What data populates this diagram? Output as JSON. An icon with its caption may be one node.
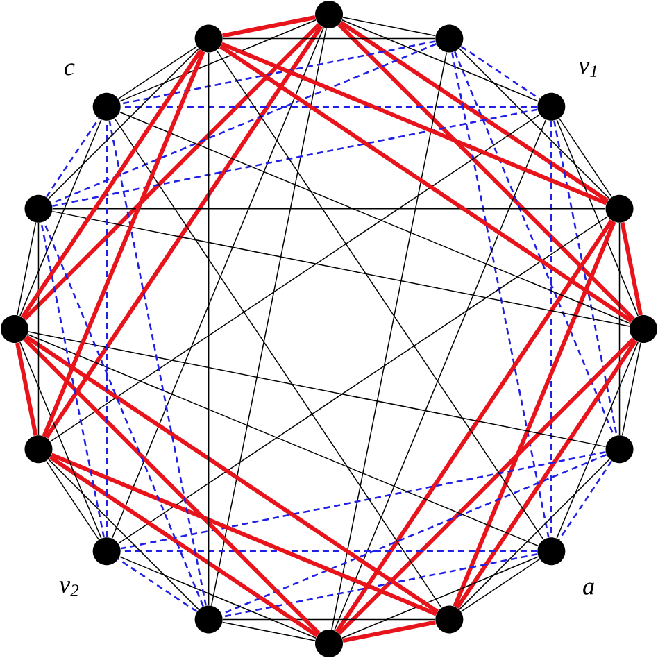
{
  "diagram": {
    "nodes": [
      {
        "text": [],
        "shape": "circle"
      },
      {
        "text": [],
        "shape": "circle"
      },
      {
        "text": [],
        "shape": "circle",
        "beside": [
          "v$_{1}$"
        ]
      },
      {
        "text": [],
        "shape": "circle"
      },
      {
        "text": [],
        "shape": "circle"
      },
      {
        "text": [],
        "shape": "circle"
      },
      {
        "text": [],
        "shape": "circle",
        "beside": [
          "a"
        ]
      },
      {
        "text": [],
        "shape": "circle"
      },
      {
        "text": [],
        "shape": "circle"
      },
      {
        "text": [],
        "shape": "circle"
      },
      {
        "text": [],
        "shape": "circle",
        "beside": [
          "v$_{2}$"
        ]
      },
      {
        "text": [],
        "shape": "circle"
      },
      {
        "text": [],
        "shape": "circle"
      },
      {
        "text": [],
        "shape": "circle"
      },
      {
        "text": [],
        "shape": "circle",
        "beside": [
          "c"
        ]
      },
      {
        "text": [],
        "shape": "circle"
      }
    ],
    "edges": [
      {
        "from": 0,
        "to": 1,
        "arrow": "none"
      },
      {
        "from": 0,
        "to": 2,
        "arrow": "none"
      },
      {
        "from": 0,
        "to": 3,
        "arrow": "none",
        "style": "thick",
        "color": "#e8141c"
      },
      {
        "from": 0,
        "to": 4,
        "arrow": "none",
        "style": "thick",
        "color": "#e8141c"
      },
      {
        "from": 0,
        "to": 9,
        "arrow": "none"
      },
      {
        "from": 0,
        "to": 10,
        "arrow": "none"
      },
      {
        "from": 0,
        "to": 11,
        "arrow": "none",
        "style": "thick",
        "color": "#e8141c"
      },
      {
        "from": 0,
        "to": 12,
        "arrow": "none",
        "style": "thick",
        "color": "#e8141c"
      },
      {
        "from": 0,
        "to": 14,
        "arrow": "none"
      },
      {
        "from": 0,
        "to": 15,
        "arrow": "none",
        "style": "thick",
        "color": "#e8141c"
      },
      {
        "from": 1,
        "to": 2,
        "arrow": "none",
        "style": "dashed",
        "color": "#1f1fe6"
      },
      {
        "from": 1,
        "to": 3,
        "arrow": "none"
      },
      {
        "from": 1,
        "to": 5,
        "arrow": "none",
        "style": "dashed",
        "color": "#1f1fe6"
      },
      {
        "from": 1,
        "to": 6,
        "arrow": "none",
        "style": "dashed",
        "color": "#1f1fe6"
      },
      {
        "from": 1,
        "to": 8,
        "arrow": "none"
      },
      {
        "from": 1,
        "to": 13,
        "arrow": "none",
        "style": "dashed",
        "color": "#1f1fe6"
      },
      {
        "from": 1,
        "to": 14,
        "arrow": "none",
        "style": "dashed",
        "color": "#1f1fe6"
      },
      {
        "from": 1,
        "to": 15,
        "arrow": "none"
      },
      {
        "from": 2,
        "to": 3,
        "arrow": "none"
      },
      {
        "from": 2,
        "to": 4,
        "arrow": "none"
      },
      {
        "from": 2,
        "to": 5,
        "arrow": "none",
        "style": "dashed",
        "color": "#1f1fe6"
      },
      {
        "from": 2,
        "to": 6,
        "arrow": "none",
        "style": "dashed",
        "color": "#1f1fe6"
      },
      {
        "from": 2,
        "to": 8,
        "arrow": "none"
      },
      {
        "from": 2,
        "to": 11,
        "arrow": "none"
      },
      {
        "from": 2,
        "to": 13,
        "arrow": "none",
        "style": "dashed",
        "color": "#1f1fe6"
      },
      {
        "from": 2,
        "to": 14,
        "arrow": "none",
        "style": "dashed",
        "color": "#1f1fe6"
      },
      {
        "from": 3,
        "to": 4,
        "arrow": "none",
        "style": "thick",
        "color": "#e8141c"
      },
      {
        "from": 3,
        "to": 5,
        "arrow": "none"
      },
      {
        "from": 3,
        "to": 7,
        "arrow": "none",
        "style": "thick",
        "color": "#e8141c"
      },
      {
        "from": 3,
        "to": 8,
        "arrow": "none",
        "style": "thick",
        "color": "#e8141c"
      },
      {
        "from": 3,
        "to": 10,
        "arrow": "none"
      },
      {
        "from": 3,
        "to": 13,
        "arrow": "none"
      },
      {
        "from": 3,
        "to": 15,
        "arrow": "none",
        "style": "thick",
        "color": "#e8141c"
      },
      {
        "from": 4,
        "to": 5,
        "arrow": "none"
      },
      {
        "from": 4,
        "to": 6,
        "arrow": "none"
      },
      {
        "from": 4,
        "to": 7,
        "arrow": "none",
        "style": "thick",
        "color": "#e8141c"
      },
      {
        "from": 4,
        "to": 8,
        "arrow": "none",
        "style": "thick",
        "color": "#e8141c"
      },
      {
        "from": 4,
        "to": 13,
        "arrow": "none"
      },
      {
        "from": 4,
        "to": 14,
        "arrow": "none"
      },
      {
        "from": 4,
        "to": 15,
        "arrow": "none",
        "style": "thick",
        "color": "#e8141c"
      },
      {
        "from": 5,
        "to": 6,
        "arrow": "none",
        "style": "dashed",
        "color": "#1f1fe6"
      },
      {
        "from": 5,
        "to": 7,
        "arrow": "none"
      },
      {
        "from": 5,
        "to": 9,
        "arrow": "none",
        "style": "dashed",
        "color": "#1f1fe6"
      },
      {
        "from": 5,
        "to": 10,
        "arrow": "none",
        "style": "dashed",
        "color": "#1f1fe6"
      },
      {
        "from": 5,
        "to": 12,
        "arrow": "none"
      },
      {
        "from": 6,
        "to": 7,
        "arrow": "none"
      },
      {
        "from": 6,
        "to": 8,
        "arrow": "none"
      },
      {
        "from": 6,
        "to": 9,
        "arrow": "none",
        "style": "dashed",
        "color": "#1f1fe6"
      },
      {
        "from": 6,
        "to": 10,
        "arrow": "none",
        "style": "dashed",
        "color": "#1f1fe6"
      },
      {
        "from": 6,
        "to": 12,
        "arrow": "none"
      },
      {
        "from": 6,
        "to": 15,
        "arrow": "none"
      },
      {
        "from": 7,
        "to": 8,
        "arrow": "none",
        "style": "thick",
        "color": "#e8141c"
      },
      {
        "from": 7,
        "to": 9,
        "arrow": "none"
      },
      {
        "from": 7,
        "to": 11,
        "arrow": "none",
        "style": "thick",
        "color": "#e8141c"
      },
      {
        "from": 7,
        "to": 12,
        "arrow": "none",
        "style": "thick",
        "color": "#e8141c"
      },
      {
        "from": 7,
        "to": 14,
        "arrow": "none"
      },
      {
        "from": 8,
        "to": 9,
        "arrow": "none"
      },
      {
        "from": 8,
        "to": 10,
        "arrow": "none"
      },
      {
        "from": 8,
        "to": 11,
        "arrow": "none",
        "style": "thick",
        "color": "#e8141c"
      },
      {
        "from": 8,
        "to": 12,
        "arrow": "none",
        "style": "thick",
        "color": "#e8141c"
      },
      {
        "from": 9,
        "to": 10,
        "arrow": "none",
        "style": "dashed",
        "color": "#1f1fe6"
      },
      {
        "from": 9,
        "to": 11,
        "arrow": "none"
      },
      {
        "from": 9,
        "to": 13,
        "arrow": "none",
        "style": "dashed",
        "color": "#1f1fe6"
      },
      {
        "from": 9,
        "to": 14,
        "arrow": "none",
        "style": "dashed",
        "color": "#1f1fe6"
      },
      {
        "from": 9,
        "to": 15,
        "arrow": "none"
      },
      {
        "from": 10,
        "to": 11,
        "arrow": "none"
      },
      {
        "from": 10,
        "to": 12,
        "arrow": "none"
      },
      {
        "from": 10,
        "to": 13,
        "arrow": "none",
        "style": "dashed",
        "color": "#1f1fe6"
      },
      {
        "from": 10,
        "to": 14,
        "arrow": "none",
        "style": "dashed",
        "color": "#1f1fe6"
      },
      {
        "from": 11,
        "to": 12,
        "arrow": "none",
        "style": "thick",
        "color": "#e8141c"
      },
      {
        "from": 11,
        "to": 13,
        "arrow": "none"
      },
      {
        "from": 11,
        "to": 15,
        "arrow": "none",
        "style": "thick",
        "color": "#e8141c"
      },
      {
        "from": 12,
        "to": 13,
        "arrow": "none"
      },
      {
        "from": 12,
        "to": 14,
        "arrow": "none"
      },
      {
        "from": 12,
        "to": 15,
        "arrow": "none",
        "style": "thick",
        "color": "#e8141c"
      },
      {
        "from": 13,
        "to": 14,
        "arrow": "none",
        "style": "dashed",
        "color": "#1f1fe6"
      },
      {
        "from": 13,
        "to": 15,
        "arrow": "none"
      },
      {
        "from": 14,
        "to": 15,
        "arrow": "none"
      }
    ]
  }
}
